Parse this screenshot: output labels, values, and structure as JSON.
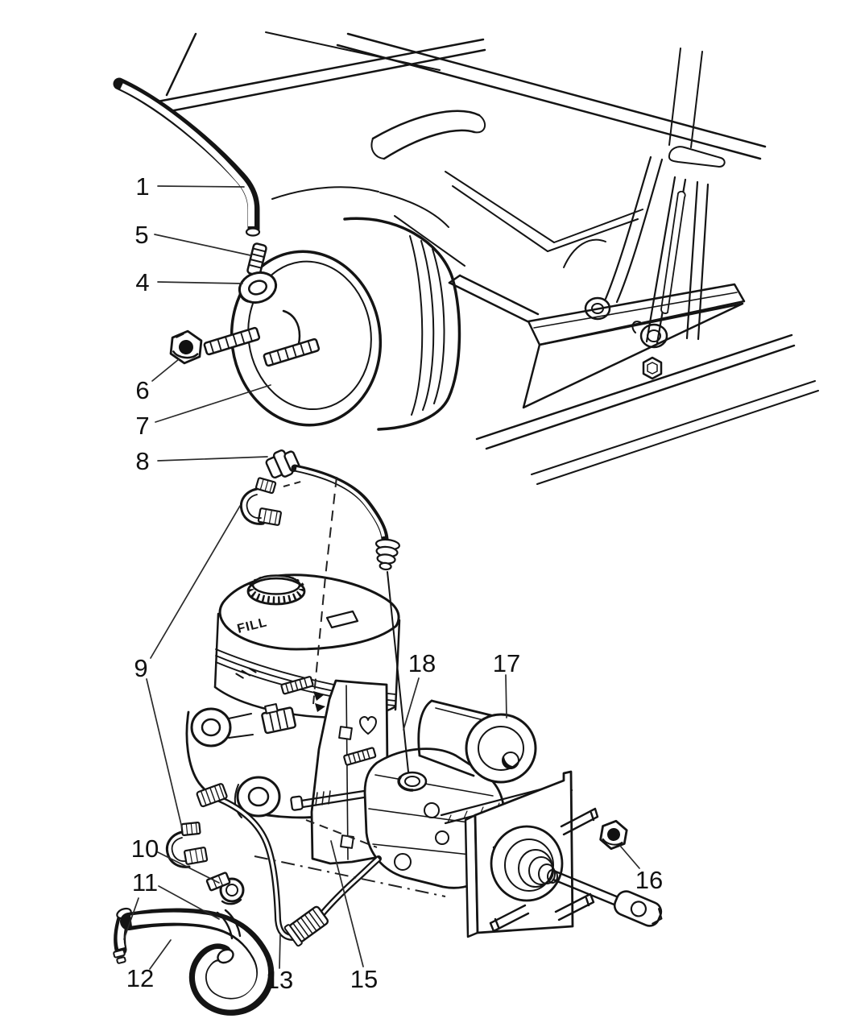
{
  "figure": {
    "type": "parts-diagram",
    "background": "#ffffff",
    "ink": "#141414",
    "reservoir_label": "FILL",
    "callouts": [
      {
        "id": "1"
      },
      {
        "id": "4"
      },
      {
        "id": "5"
      },
      {
        "id": "6"
      },
      {
        "id": "7"
      },
      {
        "id": "8"
      },
      {
        "id": "9"
      },
      {
        "id": "10"
      },
      {
        "id": "11"
      },
      {
        "id": "12"
      },
      {
        "id": "13"
      },
      {
        "id": "15"
      },
      {
        "id": "16"
      },
      {
        "id": "17"
      },
      {
        "id": "18"
      }
    ]
  }
}
